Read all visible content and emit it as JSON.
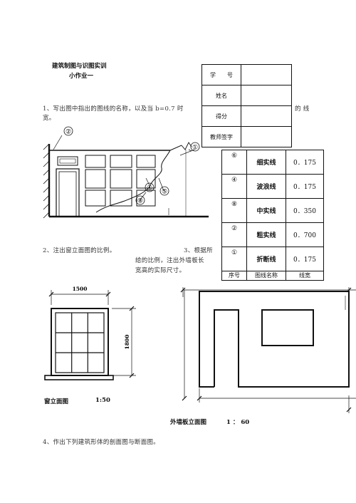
{
  "header": {
    "title": "建筑制图与识图实训",
    "subtitle": "小作业一"
  },
  "info_table": [
    {
      "label": "学　　号",
      "value": ""
    },
    {
      "label": "姓名",
      "value": ""
    },
    {
      "label": "得分",
      "value": ""
    },
    {
      "label": "教师签字",
      "value": ""
    }
  ],
  "questions": {
    "q1_line1": "1、写出图中指出的图线的名称，以及当 b=0.7 时",
    "q1_tail": "的 线",
    "q1_line2": "宽。",
    "q2": "2、注出窗立面图的比例。",
    "q3_a": "3、根据所",
    "q3_b": "给的比例，注出外墙板长",
    "q3_c": "宽高的实际尺寸。",
    "q4": "4、作出下列建筑形体的剖面图与断面图。"
  },
  "line_table": {
    "rows": [
      {
        "no": "⑥",
        "name": "细实线",
        "width": "0．175"
      },
      {
        "no": "④",
        "name": "波浪线",
        "width": "0．175"
      },
      {
        "no": "⑧",
        "name": "中实线",
        "width": "0．350"
      },
      {
        "no": "②",
        "name": "粗实线",
        "width": "0．700"
      },
      {
        "no": "①",
        "name": "折断线",
        "width": "0．175"
      }
    ],
    "header": {
      "no": "序号",
      "name": "图线名称",
      "width": "线宽"
    }
  },
  "drawing1_markers": [
    "②",
    "①",
    "④",
    "⑤",
    "⑧"
  ],
  "window": {
    "dim_width": "1500",
    "dim_height": "1800",
    "caption": "窗立面图",
    "scale": "1:50"
  },
  "wall": {
    "caption": "外墙板立面图",
    "scale": "1 ： 60"
  }
}
